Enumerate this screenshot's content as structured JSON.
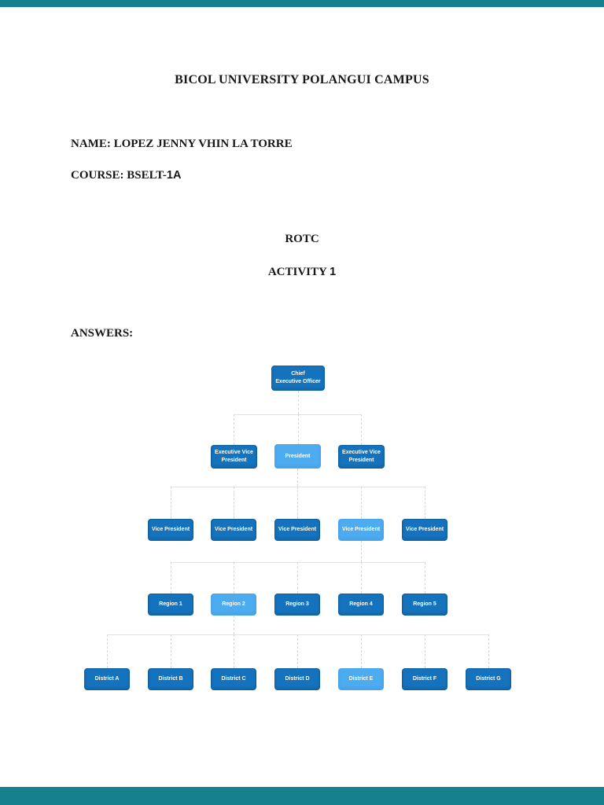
{
  "document": {
    "header_title": "BICOL UNIVERSITY POLANGUI CAMPUS",
    "name_line": "NAME: LOPEZ JENNY VHIN LA TORRE",
    "course_prefix": "COURSE: BSELT-",
    "course_code": "1A",
    "subject_title": "ROTC",
    "activity_prefix": "ACTIVITY ",
    "activity_number": "1",
    "answers_label": "ANSWERS:"
  },
  "colors": {
    "page_background": "#ffffff",
    "frame_teal": "#17808E",
    "node_dark_blue": "#1572BD",
    "node_dark_border": "#0F5FA0",
    "node_light_blue": "#4DABF0",
    "connector_gray": "#D9D9D9",
    "node_text": "#ffffff",
    "body_text": "#171717"
  },
  "org_chart": {
    "type": "org-tree",
    "levels": [
      {
        "name": "level-1-ceo",
        "nodes": [
          {
            "label": "Chief\nExecutive Officer",
            "variant": "dark"
          }
        ]
      },
      {
        "name": "level-2-presidents",
        "nodes": [
          {
            "label": "Executive Vice\nPresident",
            "variant": "dark"
          },
          {
            "label": "President",
            "variant": "light"
          },
          {
            "label": "Executive Vice\nPresident",
            "variant": "dark"
          }
        ]
      },
      {
        "name": "level-3-vice-presidents",
        "nodes": [
          {
            "label": "Vice President",
            "variant": "dark"
          },
          {
            "label": "Vice President",
            "variant": "dark"
          },
          {
            "label": "Vice President",
            "variant": "dark"
          },
          {
            "label": "Vice President",
            "variant": "light"
          },
          {
            "label": "Vice President",
            "variant": "dark"
          }
        ]
      },
      {
        "name": "level-4-regions",
        "nodes": [
          {
            "label": "Region 1",
            "variant": "dark"
          },
          {
            "label": "Region 2",
            "variant": "light"
          },
          {
            "label": "Region 3",
            "variant": "dark"
          },
          {
            "label": "Region 4",
            "variant": "dark"
          },
          {
            "label": "Region 5",
            "variant": "dark"
          }
        ]
      },
      {
        "name": "level-5-districts",
        "nodes": [
          {
            "label": "District A",
            "variant": "dark"
          },
          {
            "label": "District B",
            "variant": "dark"
          },
          {
            "label": "District C",
            "variant": "dark"
          },
          {
            "label": "District D",
            "variant": "dark"
          },
          {
            "label": "District E",
            "variant": "light"
          },
          {
            "label": "District F",
            "variant": "dark"
          },
          {
            "label": "District G",
            "variant": "dark"
          }
        ]
      }
    ]
  }
}
